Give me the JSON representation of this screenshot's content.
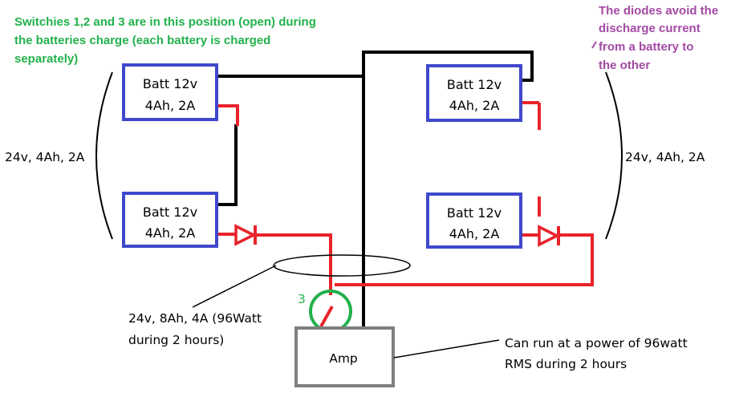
{
  "colors": {
    "black_wire": "#000000",
    "red_wire": "#e8232b",
    "battery_border": "#3f48cc",
    "green": "#22b14c",
    "purple": "#a349a4",
    "gray_box": "#7f7f7f"
  },
  "notes": {
    "switch_note": [
      "Switchies 1,2 and 3 are in this position (open) during",
      "the batteries charge (each battery is charged",
      "separately)"
    ],
    "diode_note": [
      "The diodes avoid the",
      "discharge current",
      "from a battery to",
      "the other"
    ]
  },
  "batteries": [
    {
      "line1": "Batt 12v",
      "line2": "4Ah, 2A"
    },
    {
      "line1": "Batt 12v",
      "line2": "4Ah, 2A"
    },
    {
      "line1": "Batt 12v",
      "line2": "4Ah, 2A"
    },
    {
      "line1": "Batt 12v",
      "line2": "4Ah, 2A"
    }
  ],
  "packs": {
    "left": "24v, 4Ah, 2A",
    "right": "24v, 4Ah, 2A"
  },
  "combined": [
    "24v, 8Ah, 4A (96Watt",
    "during 2 hours)"
  ],
  "switch_label": "3",
  "amp": {
    "label": "Amp",
    "note": [
      "Can run at a power of 96watt",
      "RMS during  2 hours"
    ]
  }
}
